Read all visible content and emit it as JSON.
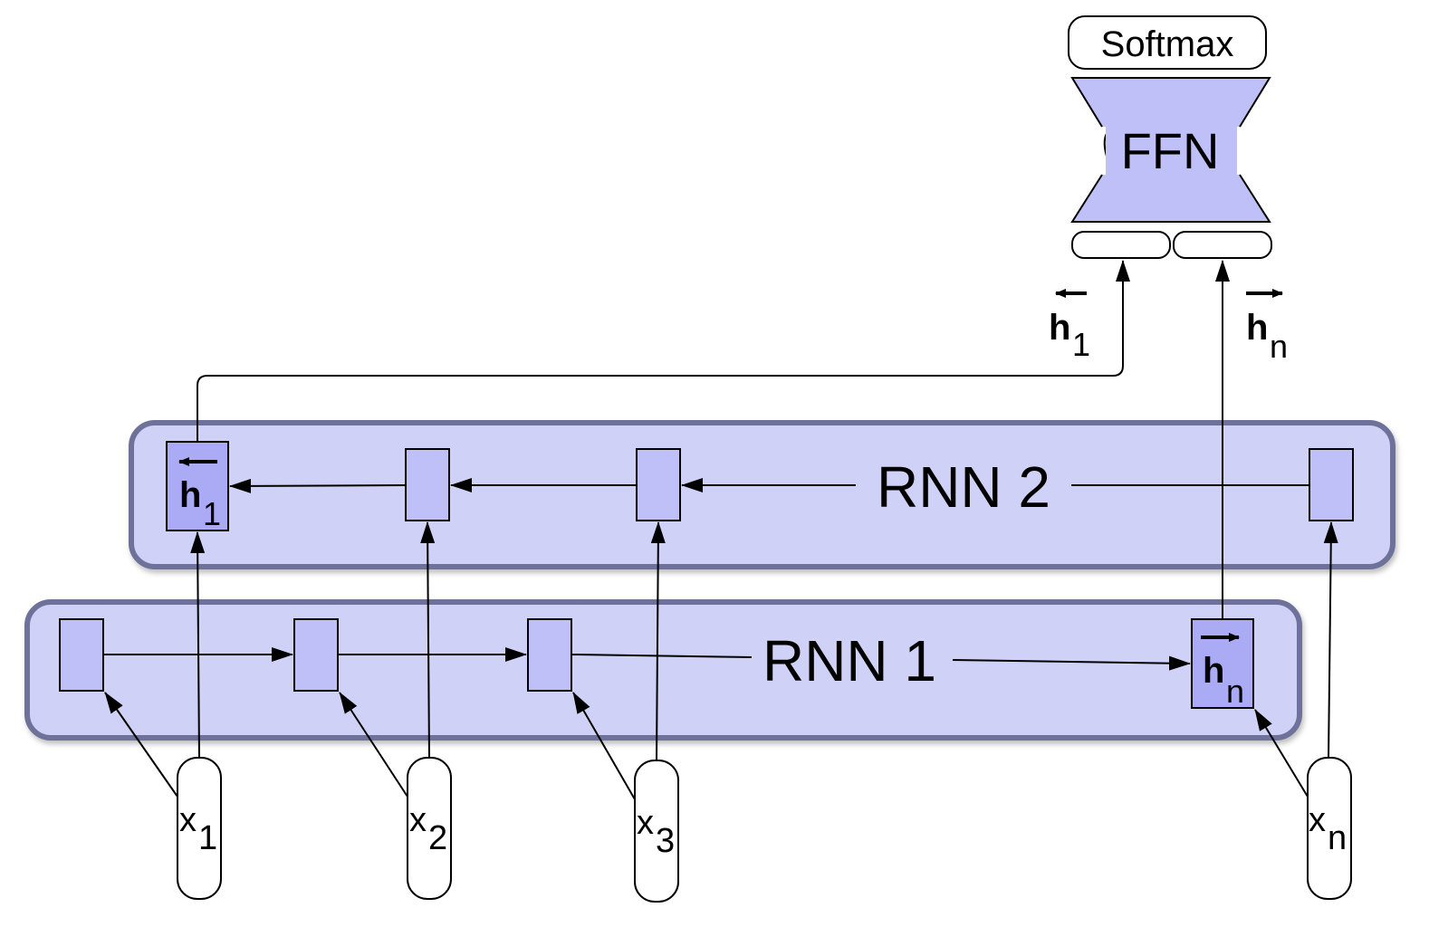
{
  "colors": {
    "panel_fill": "#d0d1f7",
    "panel_stroke": "#6e7199",
    "cell_fill": "#c0c0f8",
    "highlight_cell_fill": "#aaaaf5",
    "ffn_fill": "#c0c0f8",
    "line": "#000000"
  },
  "output": {
    "softmax_label": "Softmax",
    "ffn_label": "FFN"
  },
  "concat_labels": {
    "backward": {
      "base": "h",
      "sub": "1",
      "arrow": "←"
    },
    "forward": {
      "base": "h",
      "sub": "n",
      "arrow": "→"
    }
  },
  "rnn2": {
    "label": "RNN 2",
    "direction": "right-to-left",
    "final_cell": {
      "base": "h",
      "sub": "1",
      "arrow": "←"
    }
  },
  "rnn1": {
    "label": "RNN 1",
    "direction": "left-to-right",
    "final_cell": {
      "base": "h",
      "sub": "n",
      "arrow": "→"
    }
  },
  "inputs": [
    {
      "base": "x",
      "sub": "1"
    },
    {
      "base": "x",
      "sub": "2"
    },
    {
      "base": "x",
      "sub": "3"
    },
    {
      "base": "x",
      "sub": "n"
    }
  ]
}
